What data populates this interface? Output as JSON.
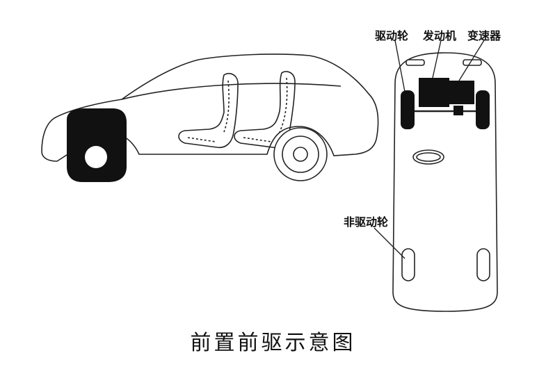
{
  "labels": {
    "drive_wheel": "驱动轮",
    "engine": "发动机",
    "transmission": "变速器",
    "non_drive_wheel": "非驱动轮"
  },
  "caption": "前置前驱示意图",
  "colors": {
    "stroke": "#222222",
    "fill_dark": "#111111",
    "background": "#ffffff"
  }
}
